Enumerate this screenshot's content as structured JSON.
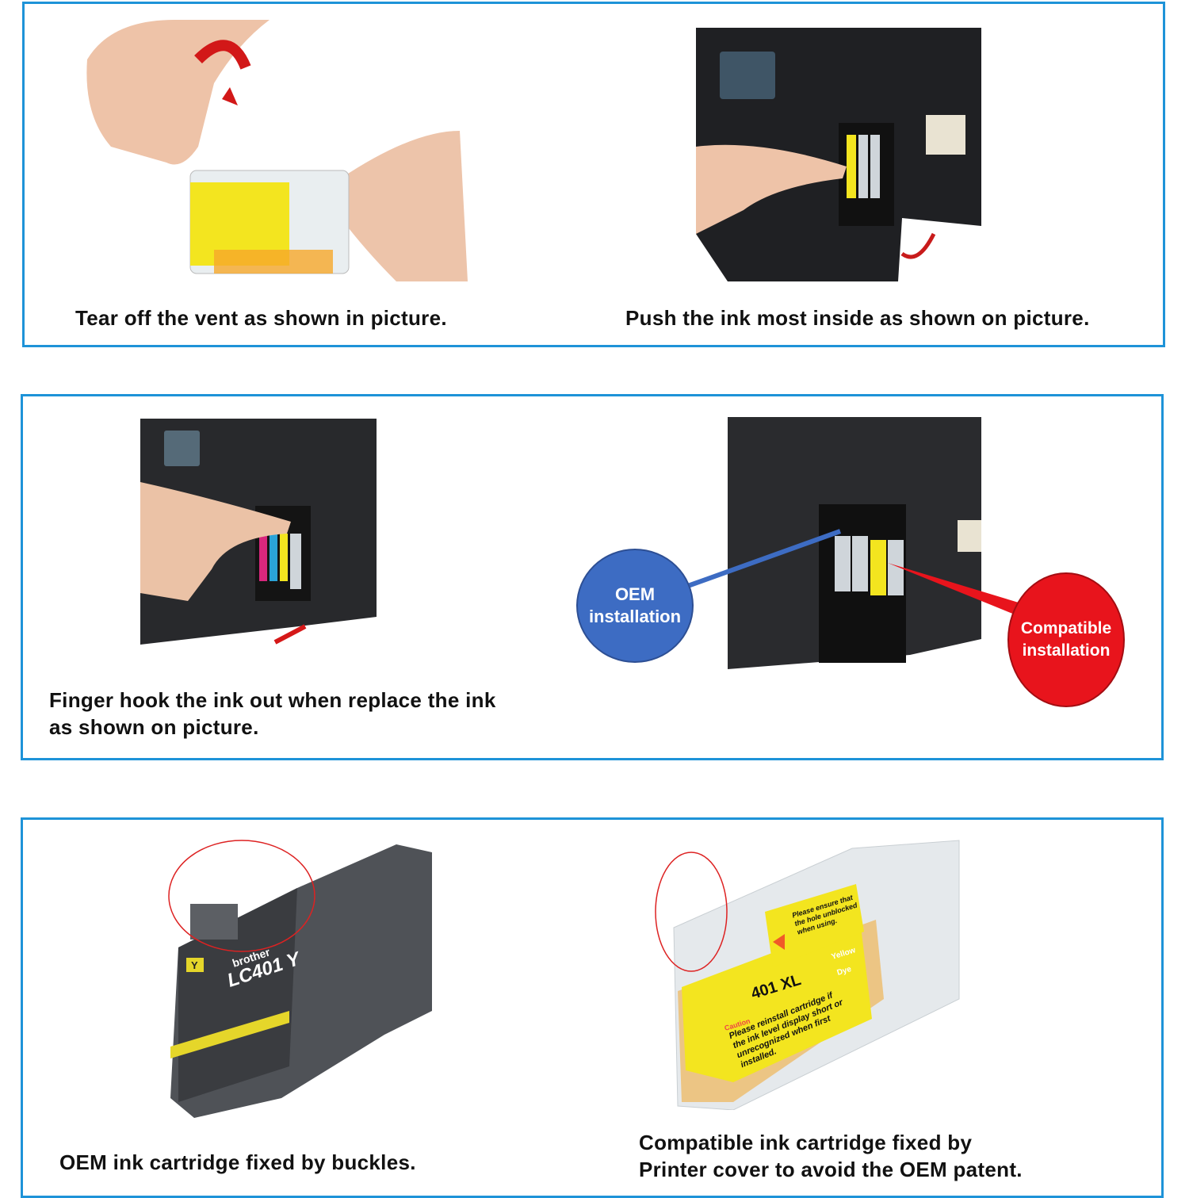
{
  "colors": {
    "panel_border": "#1e93d8",
    "oem_circle": "#3d6cc3",
    "compatible_circle": "#e8141c",
    "cartridge_yellow": "#f3e51f"
  },
  "steps": [
    {
      "caption": "Tear off the vent as shown in picture."
    },
    {
      "caption": "Push the ink most inside as shown on picture."
    },
    {
      "caption_line1": "Finger hook the ink out when replace the ink",
      "caption_line2": "as shown on picture."
    },
    {
      "oem_label_line1": "OEM",
      "oem_label_line2": "installation",
      "compatible_label_line1": "Compatible",
      "compatible_label_line2": "installation"
    },
    {
      "caption": "OEM ink cartridge fixed by buckles.",
      "cartridge_brand": "brother",
      "cartridge_model": "LC401 Y",
      "color_code": "Y"
    },
    {
      "caption_line1": "Compatible ink cartridge fixed by",
      "caption_line2": "Printer cover to avoid the OEM patent.",
      "label_model": "401 XL",
      "label_color": "Yellow",
      "label_type": "Dye",
      "label_notice": "Please ensure that the hole unblocked when using.",
      "label_caution": "Caution",
      "label_warning": "Please reinstall cartridge if the ink level display short or unrecognized when first installed."
    }
  ]
}
